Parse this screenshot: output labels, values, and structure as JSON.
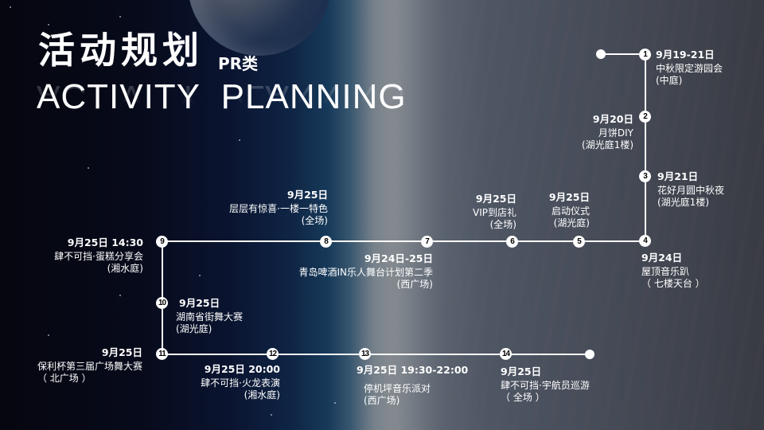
{
  "title": {
    "cn": "活动规划",
    "category": "PR类",
    "en": "ACTIVITY  PLANNING"
  },
  "colors": {
    "line": "#ffffff",
    "node_bg": "#ffffff",
    "node_text": "#000000",
    "text": "#ffffff"
  },
  "events": [
    {
      "num": "1",
      "date": "9月19-21日",
      "name": "中秋限定游园会",
      "place": "(中庭)"
    },
    {
      "num": "2",
      "date": "9月20日",
      "name": "月饼DIY",
      "place": "(湖光庭1楼)"
    },
    {
      "num": "3",
      "date": "9月21日",
      "name": "花好月圆中秋夜",
      "place": "(湖光庭1楼)"
    },
    {
      "num": "4",
      "date": "9月24日",
      "name": "屋顶音乐趴",
      "place": "（ 七楼天台 ）"
    },
    {
      "num": "5",
      "date": "9月25日",
      "name": "启动仪式",
      "place": "(湖光庭)"
    },
    {
      "num": "6",
      "date": "9月25日",
      "name": "VIP到店礼",
      "place": "(全场)"
    },
    {
      "num": "7",
      "date": "9月24日-25日",
      "name": "青岛啤酒IN乐人舞台计划第二季",
      "place": "(西广场)"
    },
    {
      "num": "8",
      "date": "9月25日",
      "name": "层层有惊喜·一楼一特色",
      "place": "(全场)"
    },
    {
      "num": "9",
      "date": "9月25日 14:30",
      "name": "肆不可挡·蛋糕分享会",
      "place": "(湘水庭)"
    },
    {
      "num": "10",
      "date": "9月25日",
      "name": "湖南省街舞大赛",
      "place": "(湖光庭)"
    },
    {
      "num": "11",
      "date": "9月25日",
      "name": "保利杯第三届广场舞大赛",
      "place": "（ 北广场 ）"
    },
    {
      "num": "12",
      "date": "9月25日 20:00",
      "name": "肆不可挡·火龙表演",
      "place": "(湘水庭)"
    },
    {
      "num": "13",
      "date": "9月25日  19:30-22:00",
      "name": "停机坪音乐派对",
      "place": "(西广场)"
    },
    {
      "num": "14",
      "date": "9月25日",
      "name": "肆不可挡·宇航员巡游",
      "place": "（ 全场 ）"
    }
  ]
}
